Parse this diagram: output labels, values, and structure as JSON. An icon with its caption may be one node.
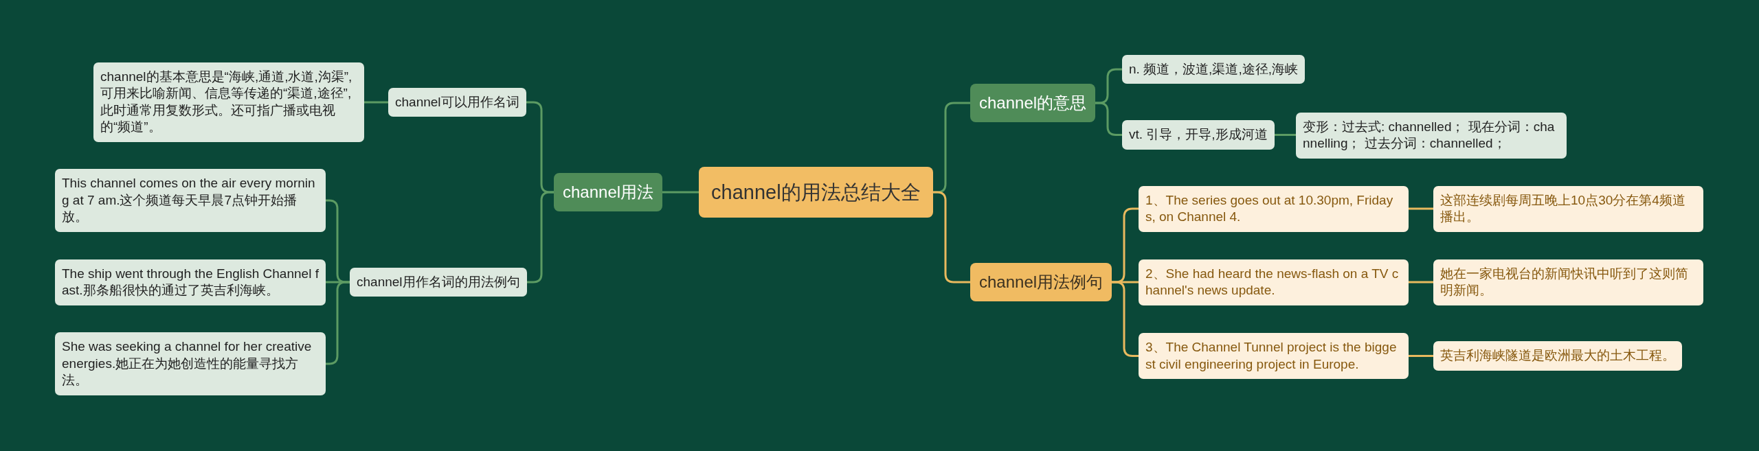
{
  "diagram": {
    "nodes": [
      {
        "text": [
          "channel的用法总结大全"
        ]
      },
      {
        "text": [
          "channel用法"
        ]
      },
      {
        "text": [
          "channel可以用作名词"
        ]
      },
      {
        "text": [
          "channel的基本意思是“海峡,通道,水道,沟渠”,可用来比喻新闻、信息等传递的“渠道,途径”,此时通常用复数形式。还可指广播或电视的“频道”。"
        ]
      },
      {
        "text": [
          "channel用作名词的用法例句"
        ]
      },
      {
        "text": [
          "This channel comes on the air every morning at 7 am.这个频道每天早晨7点钟开始播放。"
        ]
      },
      {
        "text": [
          "The ship went through the English Channel fast.那条船很快的通过了英吉利海峡。"
        ]
      },
      {
        "text": [
          "She was seeking a channel for her creative energies.她正在为她创造性的能量寻找方法。"
        ]
      },
      {
        "text": [
          "channel的意思"
        ]
      },
      {
        "text": [
          "n. 频道，波道,渠道,途径,海峡"
        ]
      },
      {
        "text": [
          "vt. 引导，开导,形成河道"
        ]
      },
      {
        "text": [
          "变形：过去式: channelled； 现在分词：channelling； 过去分词：channelled；"
        ]
      },
      {
        "text": [
          "channel用法例句"
        ]
      },
      {
        "text": [
          "1、The series goes out at 10.30pm, Fridays, on Channel 4."
        ]
      },
      {
        "text": [
          "这部连续剧每周五晚上10点30分在第4频道播出。"
        ]
      },
      {
        "text": [
          "2、She had heard the news-flash on a TV channel's news update."
        ]
      },
      {
        "text": [
          "她在一家电视台的新闻快讯中听到了这则简明新闻。"
        ]
      },
      {
        "text": [
          "3、The Channel Tunnel project is the biggest civil engineering project in Europe."
        ]
      },
      {
        "text": [
          "英吉利海峡隧道是欧洲最大的土木工程。"
        ]
      }
    ],
    "edges": [
      {
        "from": 0,
        "to": 1,
        "arrow": "none"
      },
      {
        "from": 1,
        "to": 2,
        "arrow": "none"
      },
      {
        "from": 2,
        "to": 3,
        "arrow": "none"
      },
      {
        "from": 1,
        "to": 4,
        "arrow": "none"
      },
      {
        "from": 4,
        "to": 5,
        "arrow": "none"
      },
      {
        "from": 4,
        "to": 6,
        "arrow": "none"
      },
      {
        "from": 4,
        "to": 7,
        "arrow": "none"
      },
      {
        "from": 0,
        "to": 8,
        "arrow": "none"
      },
      {
        "from": 8,
        "to": 9,
        "arrow": "none"
      },
      {
        "from": 8,
        "to": 10,
        "arrow": "none"
      },
      {
        "from": 10,
        "to": 11,
        "arrow": "none"
      },
      {
        "from": 0,
        "to": 12,
        "arrow": "none",
        "color": "#e8b95e"
      },
      {
        "from": 12,
        "to": 13,
        "arrow": "none",
        "color": "#e8b95e"
      },
      {
        "from": 13,
        "to": 14,
        "arrow": "none",
        "color": "#e8b95e"
      },
      {
        "from": 12,
        "to": 15,
        "arrow": "none",
        "color": "#e8b95e"
      },
      {
        "from": 15,
        "to": 16,
        "arrow": "none",
        "color": "#e8b95e"
      },
      {
        "from": 12,
        "to": 17,
        "arrow": "none",
        "color": "#e8b95e"
      },
      {
        "from": 17,
        "to": 18,
        "arrow": "none",
        "color": "#e8b95e"
      }
    ]
  }
}
